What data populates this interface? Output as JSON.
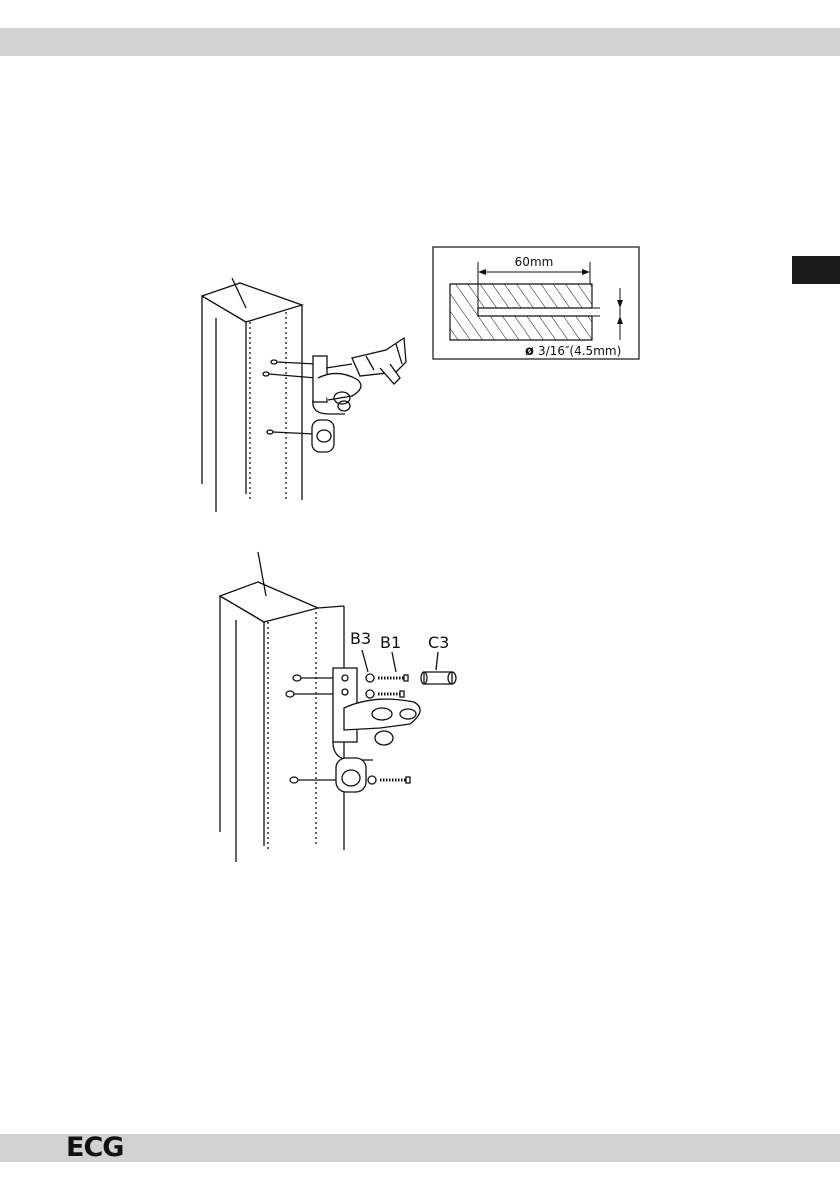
{
  "header": {
    "bar_color": "#d2d2d2"
  },
  "side_tab": {
    "color": "#1a1a1a"
  },
  "footer": {
    "brand": "ECG",
    "bar_color": "#d2d2d2"
  },
  "diagram_detail": {
    "depth_label": "60mm",
    "diameter_label": "3/16″(4.5mm)"
  },
  "figure_mounting": {
    "labels": [
      "B3",
      "B1",
      "C3"
    ]
  }
}
